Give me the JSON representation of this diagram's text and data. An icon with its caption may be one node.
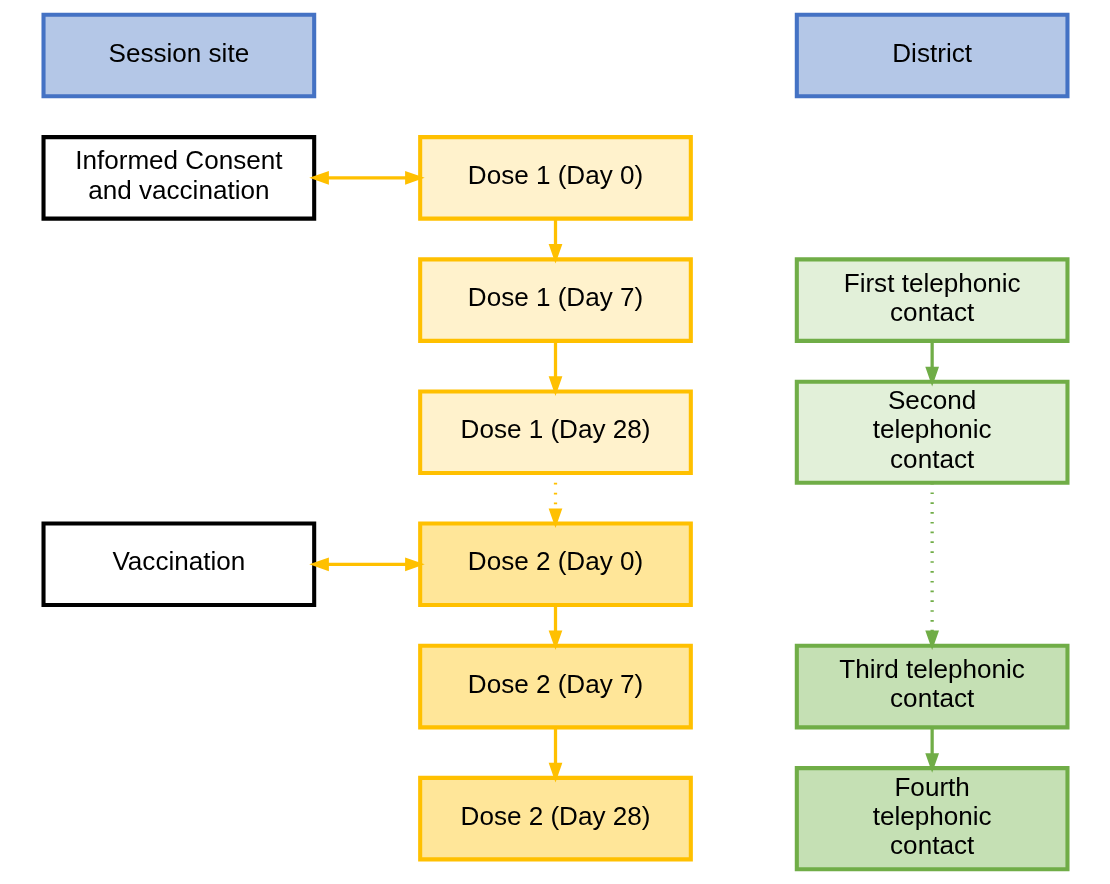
{
  "diagram": {
    "nodes": [
      {
        "text": [
          "Session site"
        ]
      },
      {
        "text": [
          "District"
        ]
      },
      {
        "text": [
          "Dose 1 (Day 0)"
        ]
      },
      {
        "text": [
          "Informed Consent and vaccination"
        ]
      },
      {
        "text": [
          "Dose 1 (Day 7)"
        ]
      },
      {
        "text": [
          "First telephonic contact"
        ]
      },
      {
        "text": [
          "Dose 1 (Day 28)"
        ]
      },
      {
        "text": [
          "Second telephonic contact"
        ]
      },
      {
        "text": [
          "Dose 2 (Day 0)"
        ]
      },
      {
        "text": [
          "Vaccination"
        ]
      },
      {
        "text": [
          "Dose 2 (Day 7)"
        ]
      },
      {
        "text": [
          "Third telephonic contact"
        ]
      },
      {
        "text": [
          "Dose 2 (Day 28)"
        ]
      },
      {
        "text": [
          "Fourth telephonic contact"
        ]
      }
    ],
    "edges": [
      {
        "from": 2,
        "to": 3,
        "arrow": "both"
      },
      {
        "from": 2,
        "to": 4,
        "arrow": "to"
      },
      {
        "from": 4,
        "to": 6,
        "arrow": "to"
      },
      {
        "from": 6,
        "to": 8,
        "arrow": "to",
        "style": "dashed"
      },
      {
        "from": 8,
        "to": 9,
        "arrow": "both"
      },
      {
        "from": 8,
        "to": 10,
        "arrow": "to"
      },
      {
        "from": 10,
        "to": 12,
        "arrow": "to"
      },
      {
        "from": 5,
        "to": 7,
        "arrow": "to",
        "color": "#70ad47"
      },
      {
        "from": 7,
        "to": 11,
        "arrow": "to",
        "style": "dashed",
        "color": "#70ad47"
      },
      {
        "from": 11,
        "to": 13,
        "arrow": "to",
        "color": "#70ad47"
      }
    ]
  }
}
